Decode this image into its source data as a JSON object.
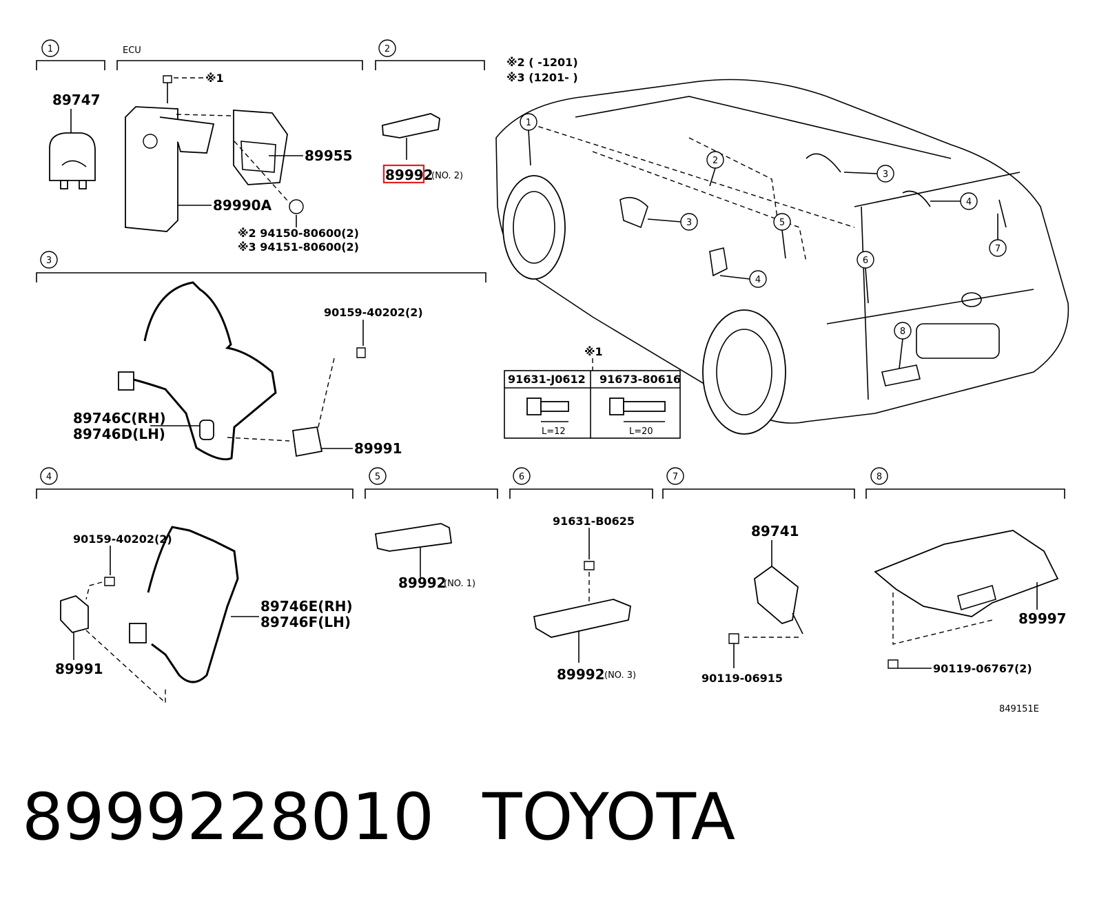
{
  "sections": [
    {
      "num": "1"
    },
    {
      "num": "2"
    },
    {
      "num": "3"
    },
    {
      "num": "4"
    },
    {
      "num": "5"
    },
    {
      "num": "6"
    },
    {
      "num": "7"
    },
    {
      "num": "8"
    }
  ],
  "ecu_label": "ECU",
  "notes": {
    "n2": "※2 (     -1201)",
    "n3": "※3 (1201-      )"
  },
  "parts": {
    "p89747": "89747",
    "p89955": "89955",
    "p89990A": "89990A",
    "star1": "※1",
    "n2_94150": "※2 94150-80600(2)",
    "n3_94151": "※3 94151-80600(2)",
    "p89992_no2": "89992",
    "no2": "(NO. 2)",
    "p90159_a": "90159-40202(2)",
    "p89746C": "89746C(RH)",
    "p89746D": "89746D(LH)",
    "p89991_a": "89991",
    "p90159_b": "90159-40202(2)",
    "p89746E": "89746E(RH)",
    "p89746F": "89746F(LH)",
    "p89991_b": "89991",
    "p89992_no1": "89992",
    "no1": "(NO. 1)",
    "p91631_B0625": "91631-B0625",
    "p89992_no3": "89992",
    "no3": "(NO. 3)",
    "p89741": "89741",
    "p90119_06915": "90119-06915",
    "p89997": "89997",
    "p90119_06767": "90119-06767(2)"
  },
  "bolt_table": {
    "star": "※1",
    "col1": "91631-J0612",
    "col1_len": "L=12",
    "col2": "91673-80616",
    "col2_len": "L=20"
  },
  "car_callouts": [
    "1",
    "2",
    "3",
    "3",
    "4",
    "4",
    "5",
    "6",
    "7",
    "8"
  ],
  "diagram_id": "849151E",
  "footer": {
    "part_number": "8999228010",
    "brand": "TOYOTA"
  },
  "highlight_color": "#e02020"
}
